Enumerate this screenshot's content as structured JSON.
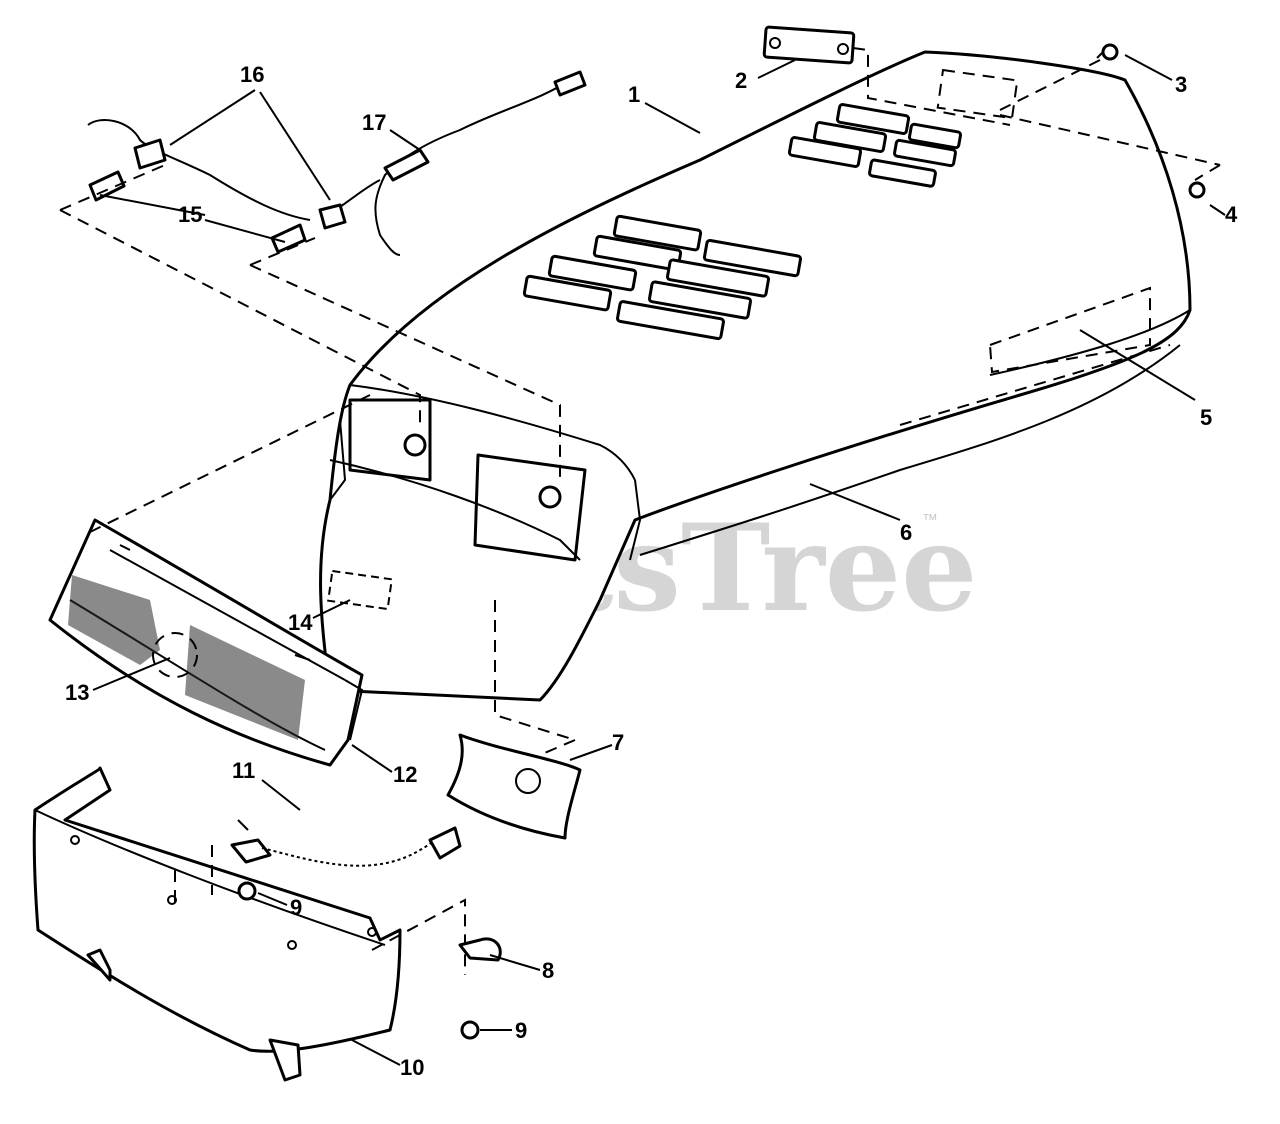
{
  "watermark": {
    "text": "PartsTree",
    "mark": "™"
  },
  "callouts": {
    "c1": "1",
    "c2": "2",
    "c3": "3",
    "c4": "4",
    "c5": "5",
    "c6": "6",
    "c7": "7",
    "c8": "8",
    "c9a": "9",
    "c9b": "9",
    "c10": "10",
    "c11": "11",
    "c12": "12",
    "c13": "13",
    "c14": "14",
    "c15": "15",
    "c16": "16",
    "c17": "17"
  },
  "colors": {
    "line": "#000000",
    "background": "#ffffff",
    "watermark": "#c8c8c8"
  }
}
